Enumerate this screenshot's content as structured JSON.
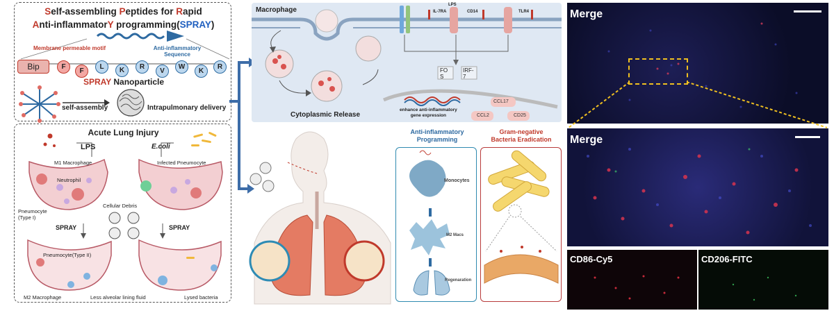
{
  "title": {
    "line1_parts": [
      "S",
      "elf-assembling ",
      "P",
      "eptides for ",
      "R",
      "apid"
    ],
    "line2_parts": [
      "A",
      "nti-inflammator",
      "Y",
      " programming(",
      "SPRAY",
      ")"
    ]
  },
  "peptide": {
    "membrane_label": "Membrane permeable motif",
    "anti_label": "Anti-inflammatory Sequence",
    "bip": "Bip",
    "residues": [
      "F",
      "F",
      "L",
      "K",
      "R",
      "V",
      "W",
      "K",
      "R"
    ]
  },
  "nanoparticle": {
    "title_red": "SPRAY",
    "title_rest": " Nanoparticle",
    "self_assembly": "self-assembly",
    "delivery": "Intrapulmonary delivery"
  },
  "ali": {
    "title": "Acute Lung Injury",
    "lps": "LPS",
    "ecoli": "E.coli",
    "m1": "M1 Macrophage",
    "infected": "Infected Pneumocyte",
    "neutrophil": "Neutrophil",
    "pneumocyte1": "Pneumocyte\n(Type I)",
    "debris": "Cellular Debris",
    "spray_left": "SPRAY",
    "spray_right": "SPRAY",
    "pneumocyte2": "Pneumocyte(Type II)",
    "m2": "M2 Macrophage",
    "less_fluid": "Less alveolar lining fluid",
    "lysed": "Lysed bacteria"
  },
  "macrophage": {
    "title": "Macrophage",
    "cytoplasmic": "Cytoplasmic Release",
    "receptors": [
      "IL-7RA",
      "LPS",
      "CD14",
      "TLR4"
    ],
    "fos": "FO\nS",
    "irf": "IRF-\n7",
    "enhance": "enhance anti-inflammatory\ngene expression",
    "ccl17": "CCL17",
    "ccl2": "CCL2",
    "cd25": "CD25"
  },
  "programming": {
    "title": "Anti-inflammatory\nProgramming",
    "monocytes": "Monocytes",
    "m2macs": "M2 Macs",
    "regen": "Regenaration"
  },
  "bacteria": {
    "title": "Gram-negative\nBacteria Eradication"
  },
  "micro": {
    "merge1": "Merge",
    "merge2": "Merge",
    "cd86": "CD86-Cy5",
    "cd206": "CD206-FITC"
  },
  "colors": {
    "accent_red": "#c0392b",
    "accent_blue": "#2e6aa1",
    "spray_blue": "#1f5fbf"
  }
}
